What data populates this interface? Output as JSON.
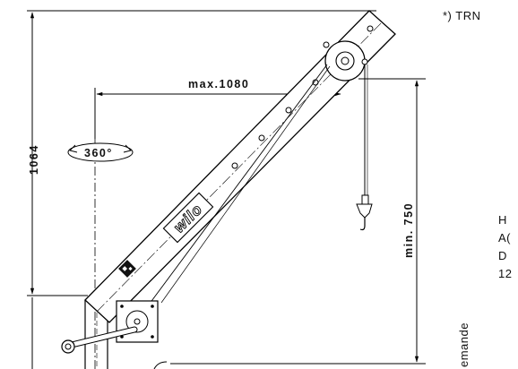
{
  "footnote": "*) TRN",
  "dimensions": {
    "height": "1064",
    "reach": "max.1080",
    "hook_drop": "min. 750",
    "rotation": "360°"
  },
  "brand_label": "wilo",
  "right_notes": [
    "H",
    "A(",
    "D",
    "12"
  ],
  "side_text": "emande"
}
